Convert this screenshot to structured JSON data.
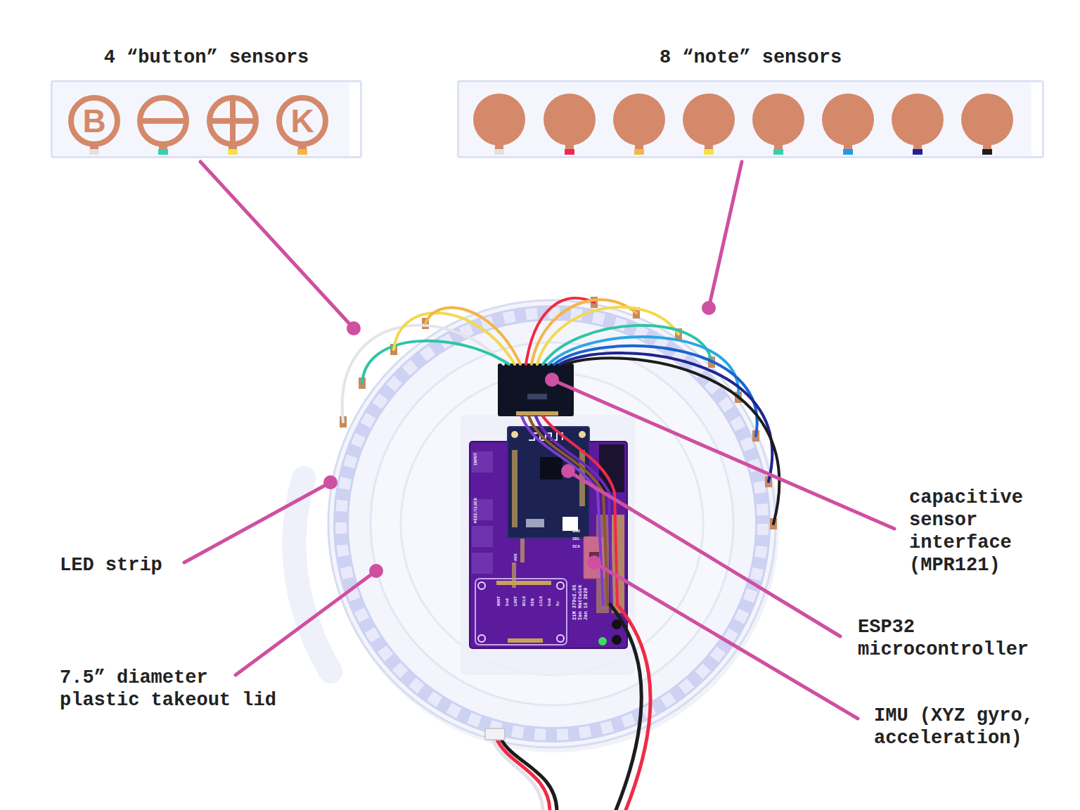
{
  "diagram": {
    "nodes": [
      {
        "text": [
          "4 “button” sensors"
        ]
      },
      {
        "text": [
          "8 “note” sensors"
        ]
      }
    ],
    "labels": [
      "B",
      "K",
      "LED strip",
      "7.5” diameter plastic takeout lid",
      "capacitive sensor interface (MPR121)",
      "ESP32 microcontroller",
      "IMU (XYZ gyro, acceleration)",
      "INPUT",
      "MIDI/CLOCK",
      "AUX",
      "GND",
      "SDL",
      "SCA",
      "ROUT",
      "Gnd",
      "LOUT",
      "BCLK",
      "DIN",
      "LCLK",
      "Gnd",
      "5v",
      "21M 370v2.05 Ian Hattwick Jan 16 2020"
    ]
  }
}
